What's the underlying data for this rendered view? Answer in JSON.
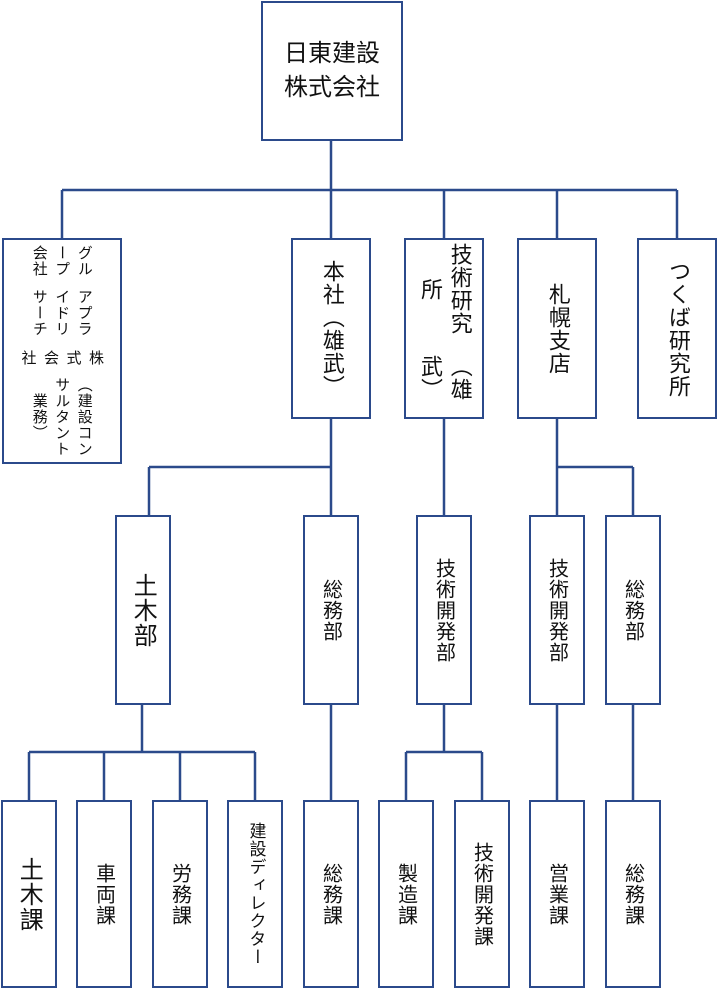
{
  "colors": {
    "border": "#2b4a8b",
    "text": "#111111"
  },
  "org": {
    "top": {
      "line1": "日東建設",
      "line2": "株式会社"
    },
    "group": {
      "line1": "グループ会社",
      "line2": "アプライドリサーチ",
      "line3": "株式会社",
      "line4": "（建設コンサルタント業務）"
    },
    "honsha": {
      "name": "本社",
      "place": "（雄武）"
    },
    "gijutsu": {
      "name": "技術研究所",
      "place": "（雄武）"
    },
    "sapporo": {
      "name": "札幌支店"
    },
    "tsukuba": {
      "name": "つくば研究所"
    },
    "depts": {
      "doboku": "土木部",
      "soumu_hq": "総務部",
      "kaihatsu_lab": "技術開発部",
      "kaihatsu_sapporo": "技術開発部",
      "soumu_sapporo": "総務部"
    },
    "sections": {
      "doboku": "土木課",
      "sharyou": "車両課",
      "roumu": "労務課",
      "director": "建設ディレクター",
      "soumu_hq": "総務課",
      "seizou": "製造課",
      "kaihatsu": "技術開発課",
      "eigyou": "営業課",
      "soumu_sapporo": "総務課"
    }
  }
}
